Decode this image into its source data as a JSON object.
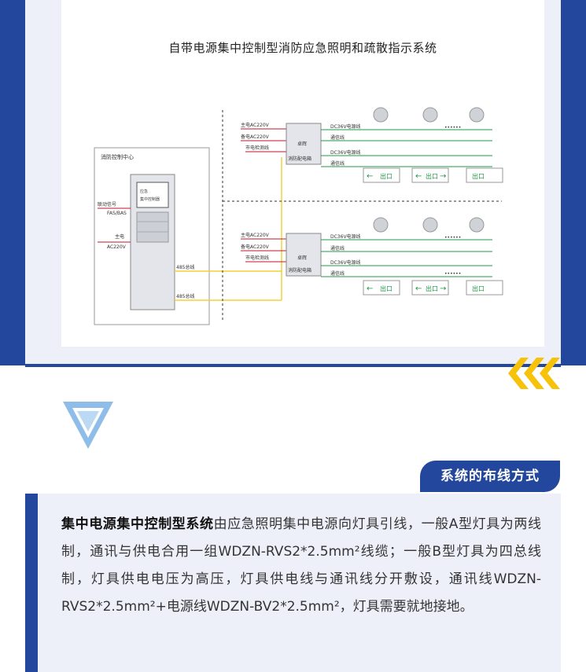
{
  "diagram": {
    "title": "自带电源集中控制型消防应急照明和疏散指示系统",
    "control_center": "消防控制中心",
    "cabinet_label_1": "应急",
    "cabinet_label_2": "集中控制器",
    "linkage_signal": "联动信号",
    "fas_bas": "FAS/BAS",
    "main_power": "主电",
    "ac220": "AC220V",
    "bus_485": "485总线",
    "main_ac": "主电AC220V",
    "backup_ac": "备电AC220V",
    "fire_signal": "市电检测线",
    "box_label_1": "卓辉",
    "box_label_2": "消防配电箱",
    "dc36_1": "DC36V电源线",
    "comm_line": "通信线",
    "dots": "••••••",
    "sign_left": "←",
    "sign_right": "→",
    "sign_exit": "出口"
  },
  "section": {
    "heading": "系统的布线方式",
    "bold_lead": "集中电源集中控制型系统",
    "paragraph": "由应急照明集中电源向灯具引线，一般A型灯具为两线制，通讯与供电合用一组WDZN-RVS2*2.5mm²线缆；一般B型灯具为四总线制，灯具供电电压为高压，灯具供电线与通讯线分开敷设，通讯线WDZN-RVS2*2.5mm²+电源线WDZN-BV2*2.5mm²，灯具需要就地接地。"
  },
  "colors": {
    "navy": "#23479c",
    "panel": "#eef0f9",
    "accent_yellow": "#f7c20a",
    "triangle": "#8fbde9",
    "green": "#1f9a4a",
    "red": "#c0152a",
    "yellow_line": "#f3d23a"
  }
}
